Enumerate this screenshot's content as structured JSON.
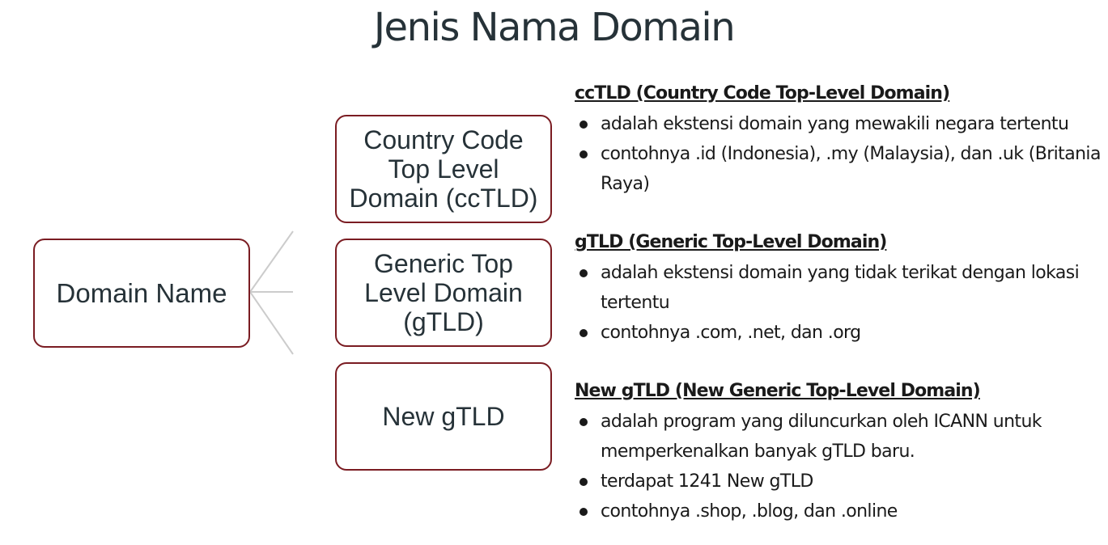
{
  "title": "Jenis Nama Domain",
  "root": {
    "label": "Domain Name"
  },
  "children": [
    {
      "label_lines": [
        "Country Code",
        "Top Level",
        "Domain (ccTLD)"
      ]
    },
    {
      "label_lines": [
        "Generic Top",
        "Level Domain",
        "(gTLD)"
      ]
    },
    {
      "label_lines": [
        "New gTLD"
      ]
    }
  ],
  "descriptions": [
    {
      "heading": "ccTLD (Country Code Top-Level Domain)",
      "bullets": [
        "adalah ekstensi domain yang mewakili negara tertentu",
        "contohnya .id (Indonesia), .my (Malaysia), dan .uk (Britania Raya)"
      ]
    },
    {
      "heading": "gTLD (Generic Top-Level Domain)",
      "bullets": [
        "adalah ekstensi domain yang tidak terikat dengan lokasi tertentu",
        "contohnya .com, .net, dan .org"
      ]
    },
    {
      "heading": "New gTLD (New Generic Top-Level Domain)",
      "bullets": [
        "adalah program yang diluncurkan oleh ICANN untuk memperkenalkan banyak gTLD baru.",
        "terdapat 1241 New gTLD",
        "contohnya .shop, .blog, dan .online"
      ]
    }
  ],
  "colors": {
    "node_border": "#7a1c22",
    "connector": "#cccccc",
    "text": "#263238"
  }
}
